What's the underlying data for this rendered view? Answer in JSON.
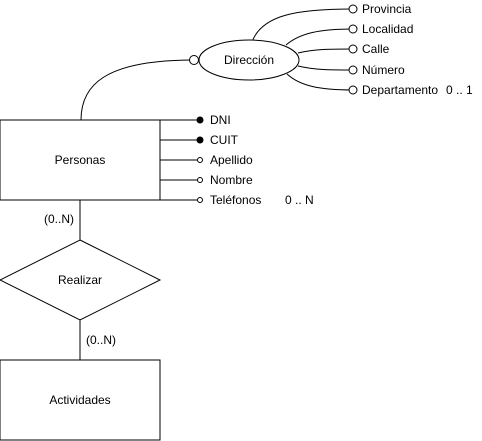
{
  "entities": {
    "personas": "Personas",
    "actividades": "Actividades"
  },
  "relationship": {
    "label": "Realizar",
    "card_top": "(0..N)",
    "card_bottom": "(0..N)"
  },
  "composite": {
    "label": "Dirección",
    "attributes": [
      "Provincia",
      "Localidad",
      "Calle",
      "Número",
      "Departamento"
    ],
    "departamento_card": "0 .. 1"
  },
  "attributes": {
    "dni": "DNI",
    "cuit": "CUIT",
    "apellido": "Apellido",
    "nombre": "Nombre",
    "telefonos": "Teléfonos",
    "telefonos_card": "0 .. N"
  }
}
